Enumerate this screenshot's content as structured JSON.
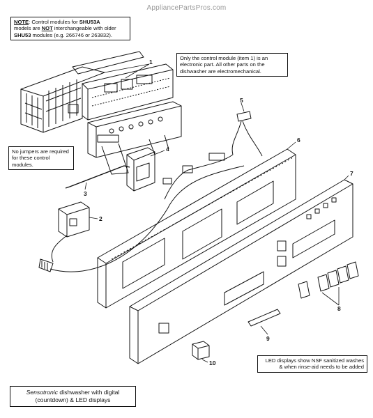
{
  "watermark": "AppliancePartsPros.com",
  "notes": {
    "modules": {
      "prefix": "NOTE",
      "line1": ":  Control modules for ",
      "model_new": "SHU53A",
      "line2a": "models are ",
      "not_word": "NOT",
      "line2b": " interchangeable with older",
      "model_old": "SHU53",
      "line3": " modules (e.g. 266746 or 263832)."
    },
    "electronic": "Only the control module (item 1) is an electronic part.  All other parts on the dishwasher are electromechanical.",
    "jumpers": "No jumpers are required for these control modules.",
    "led": "LED displays show NSF sanitized washes & when rinse-aid needs to be added"
  },
  "caption": {
    "brand": "Sensotronic",
    "text": " dishwasher with digital (countdown) & LED displays"
  },
  "callouts": [
    "1",
    "2",
    "3",
    "4",
    "5",
    "6",
    "7",
    "8",
    "9",
    "10"
  ]
}
